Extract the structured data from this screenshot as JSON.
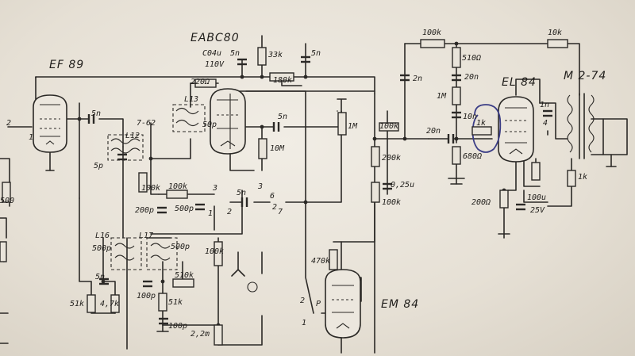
{
  "tubes": [
    "EF 89",
    "EABC80",
    "EL 84",
    "EM 84",
    "M 2-74"
  ],
  "labels": {
    "c_top": "C04u",
    "c_top_v": "110V",
    "c_5n_a": "5n",
    "r_33k": "33k",
    "c_5n_b": "5n",
    "r_220": "220Ω",
    "r_180k": "180k",
    "l_762": "7-62",
    "l13": "L13",
    "l12": "L12",
    "c_5p": "5p",
    "c_5n_c": "5n",
    "c_50p": "50p",
    "r_100k_a": "100k",
    "c_5n_d": "5n",
    "r_1m": "1M",
    "r_10m": "10M",
    "r_100k_b": "100k",
    "c_500p_a": "500p",
    "c_200p": "200p",
    "c_5n_e": "5n",
    "sw_3": "3",
    "sw_2": "2",
    "sw_1": "1",
    "sw_6": "6",
    "sw_7": "7",
    "r_100k_top": "100k",
    "r_10k_top": "10k",
    "c_2n": "2n",
    "r_510": "510Ω",
    "c_20n_a": "20n",
    "r_1m_b": "1M",
    "c_10n": "10n",
    "r_1k": "1k",
    "c_20n_b": "20n",
    "r_680": "680Ω",
    "c_1n": "1n",
    "c_4": "4",
    "r_100k_c": "100k",
    "r_200k": "200k",
    "c_025": "0,25u",
    "r_100k_d": "100k",
    "r_200": "200Ω",
    "c_100u": "100u",
    "c_25v": "25V",
    "r_1k_b": "1k",
    "l16": "L16",
    "l17": "L17",
    "c_500p_b": "500p",
    "c_500p_c": "500p",
    "c_5n_f": "5n",
    "c_100p_a": "100p",
    "r_510k": "510k",
    "r_51k_a": "51k",
    "r_47k": "4,7k",
    "r_51k_b": "51k",
    "c_100p_b": "100p",
    "r_22m": "2,2m",
    "r_100k_e": "100k",
    "r_470k": "470k",
    "sw_2b": "2",
    "sw_p": "P",
    "sw_1b": "1",
    "in_2": "2",
    "in_1": "1",
    "left_500": "500",
    "mid_2": "2",
    "mid_3": "3"
  }
}
